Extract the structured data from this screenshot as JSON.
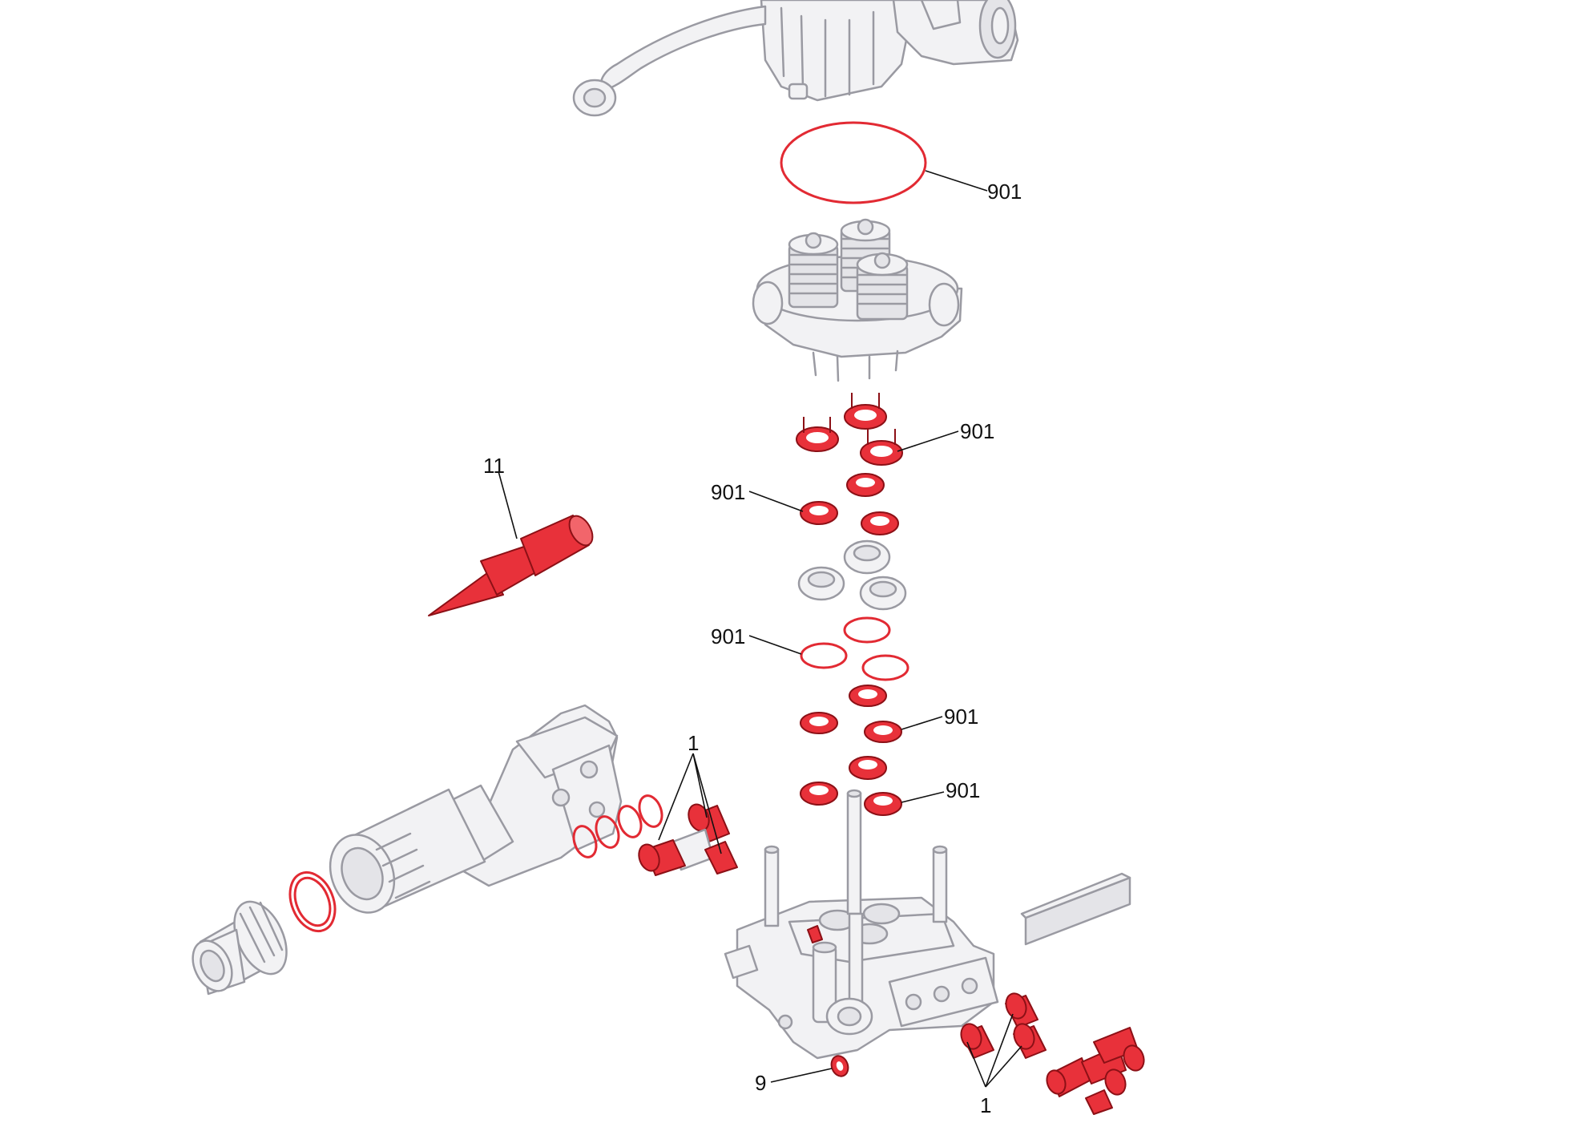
{
  "diagram": {
    "accent_color": "#e8313a",
    "part_color": "#f2f2f4",
    "callouts": [
      {
        "id": "c-901-a",
        "label": "901"
      },
      {
        "id": "c-901-b",
        "label": "901"
      },
      {
        "id": "c-901-c",
        "label": "901"
      },
      {
        "id": "c-901-d",
        "label": "901"
      },
      {
        "id": "c-901-e",
        "label": "901"
      },
      {
        "id": "c-901-f",
        "label": "901"
      },
      {
        "id": "c-11",
        "label": "11"
      },
      {
        "id": "c-1-a",
        "label": "1"
      },
      {
        "id": "c-1-b",
        "label": "1"
      },
      {
        "id": "c-9",
        "label": "9"
      }
    ]
  }
}
